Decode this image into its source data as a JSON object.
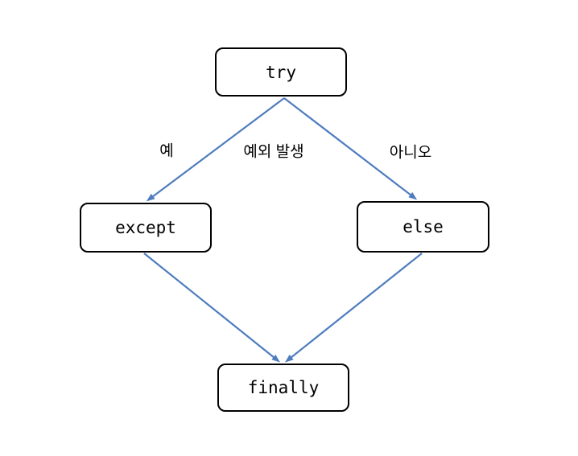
{
  "diagram": {
    "type": "flowchart",
    "nodes": {
      "try": {
        "label": "try"
      },
      "except": {
        "label": "except"
      },
      "else": {
        "label": "else"
      },
      "finally": {
        "label": "finally"
      }
    },
    "branch_condition": "예외 발생",
    "edge_labels": {
      "yes": "예",
      "exception": "예외 발생",
      "no": "아니오"
    },
    "edges": [
      {
        "from": "try",
        "to": "except",
        "label": "예"
      },
      {
        "from": "try",
        "to": "else",
        "label": "아니오"
      },
      {
        "from": "except",
        "to": "finally",
        "label": ""
      },
      {
        "from": "else",
        "to": "finally",
        "label": ""
      }
    ],
    "colors": {
      "background": "#ffffff",
      "box_border": "#000000",
      "box_fill": "#ffffff",
      "text": "#000000",
      "arrow": "#4e7cbe"
    }
  }
}
